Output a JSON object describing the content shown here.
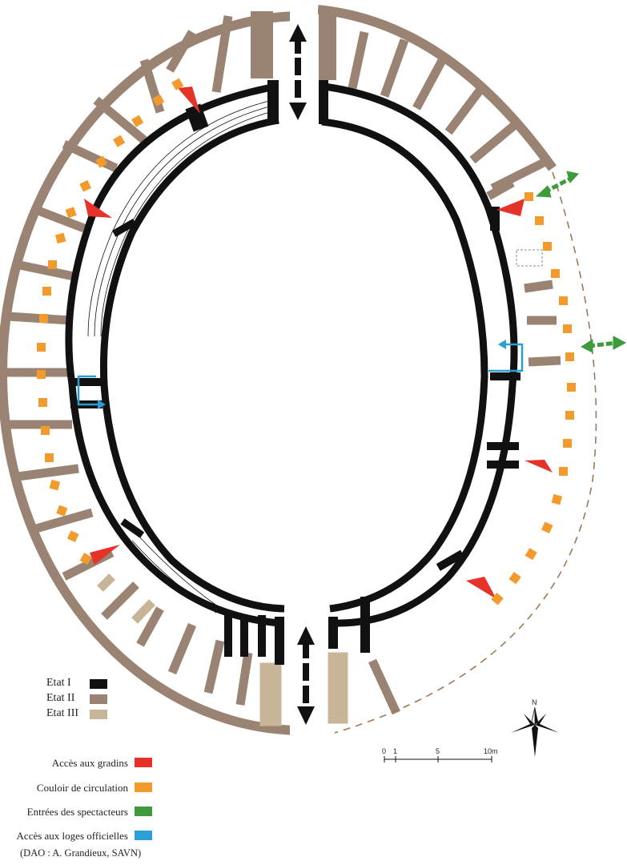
{
  "colors": {
    "etat1": "#111111",
    "etat2": "#9b8373",
    "etat3": "#c8b597",
    "acces_gradins": "#e5332a",
    "couloir": "#f39a2c",
    "entrees": "#3e9a3a",
    "loges": "#2a9fd6",
    "dashed_outline": "#a07858"
  },
  "phases": [
    {
      "label": "Etat I",
      "color": "#111111"
    },
    {
      "label": "Etat II",
      "color": "#9b8373"
    },
    {
      "label": "Etat III",
      "color": "#c8b597"
    }
  ],
  "legend": [
    {
      "label": "Accès aux gradins",
      "color": "#e5332a"
    },
    {
      "label": "Couloir de circulation",
      "color": "#f39a2c"
    },
    {
      "label": "Entrées des spectacteurs",
      "color": "#3e9a3a"
    },
    {
      "label": "Accès aux loges officielles",
      "color": "#2a9fd6"
    }
  ],
  "scale": {
    "ticks": [
      "0",
      "1",
      "5",
      "10m"
    ]
  },
  "north_label": "N",
  "icons": [
    "north-arrow-icon",
    "double-arrow-icon"
  ],
  "credit": "(DAO : A. Grandieux, SAVN)"
}
